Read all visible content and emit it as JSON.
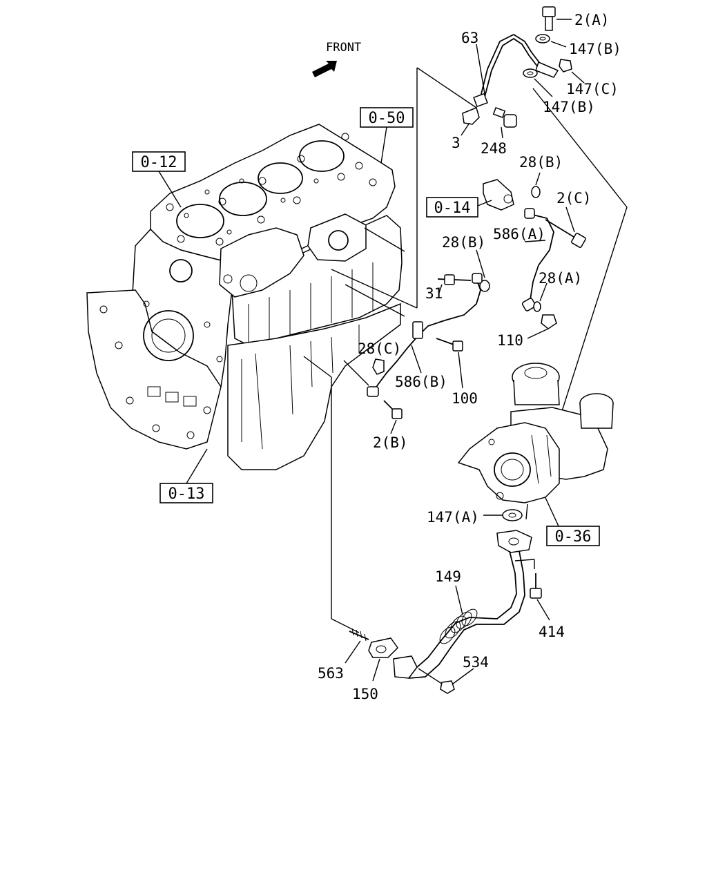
{
  "front_label": "FRONT",
  "ref_boxes": {
    "r0_12": "0-12",
    "r0_50": "0-50",
    "r0_14": "0-14",
    "r0_13": "0-13",
    "r0_36": "0-36"
  },
  "callouts": {
    "c63": "63",
    "c2a": "2(A)",
    "c147b_1": "147(B)",
    "c147c": "147(C)",
    "c147b_2": "147(B)",
    "c3": "3",
    "c248": "248",
    "c28b_1": "28(B)",
    "c2c": "2(C)",
    "c586a": "586(A)",
    "c28b_2": "28(B)",
    "c31": "31",
    "c28a": "28(A)",
    "c110": "110",
    "c28c": "28(C)",
    "c586b": "586(B)",
    "c100": "100",
    "c2b": "2(B)",
    "c147a": "147(A)",
    "c149": "149",
    "c414": "414",
    "c534": "534",
    "c563": "563",
    "c150": "150"
  }
}
